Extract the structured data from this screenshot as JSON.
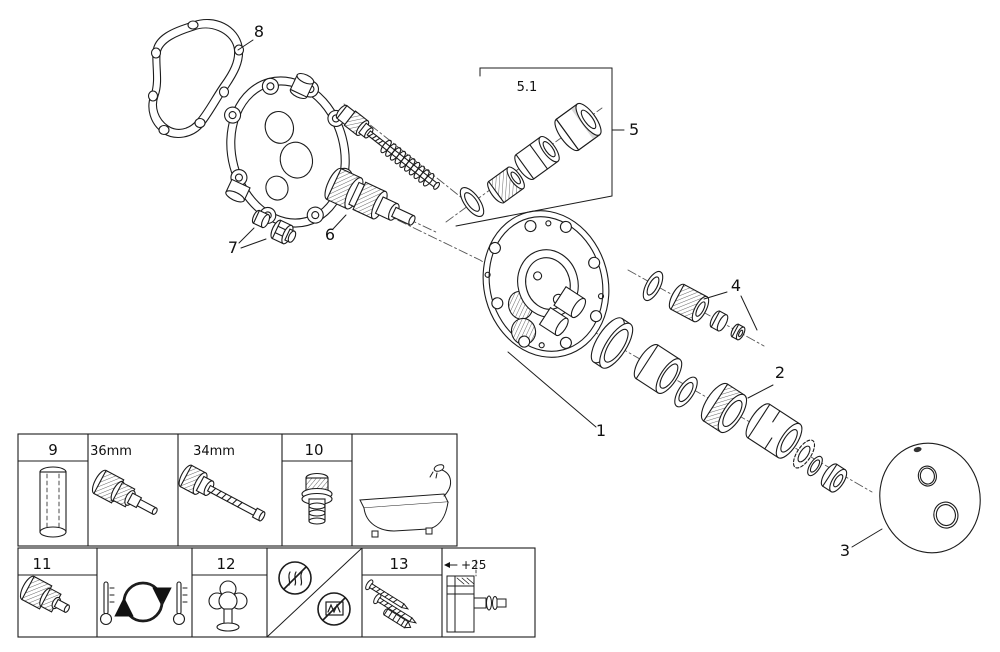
{
  "page": {
    "background": "#ffffff",
    "line_color": "#1c1c1c"
  },
  "diagram": {
    "type": "exploded-parts-diagram",
    "callouts": {
      "c1": "1",
      "c2": "2",
      "c3": "3",
      "c4": "4",
      "c5": "5",
      "c5_1": "5.1",
      "c6": "6",
      "c7": "7",
      "c8": "8"
    },
    "detail_boxes": {
      "b9": "9",
      "b10": "10",
      "b11": "11",
      "b12": "12",
      "b13": "13",
      "dim_36": "36mm",
      "dim_34": "34mm",
      "offset_25": "+25"
    }
  }
}
